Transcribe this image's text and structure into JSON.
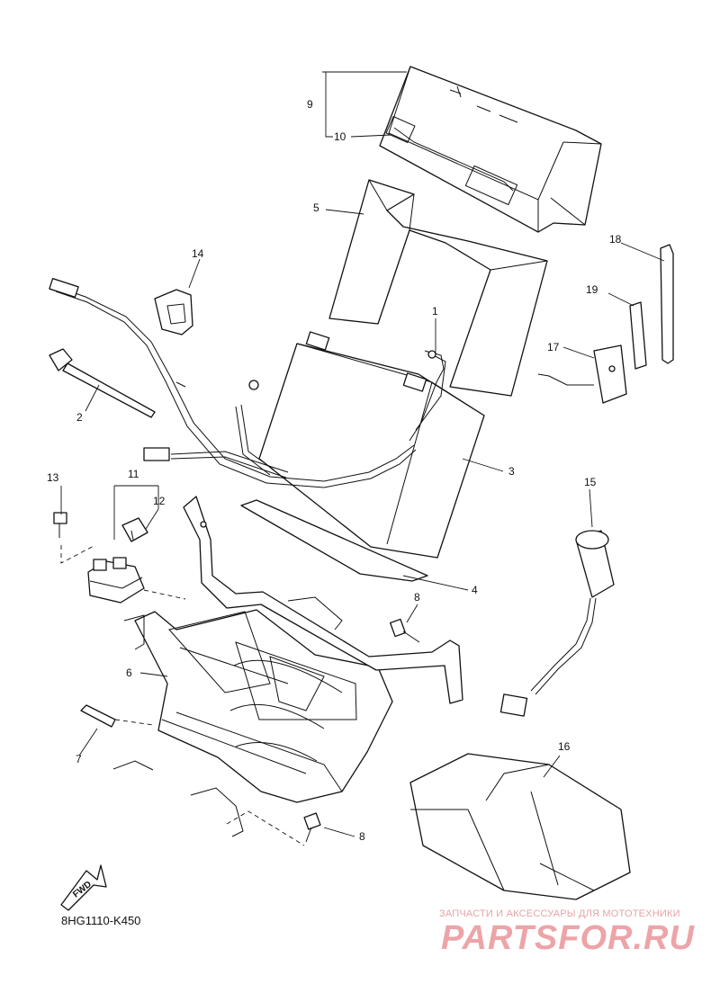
{
  "diagram": {
    "code": "8HG1110-K450",
    "fwd_label": "FWD",
    "callouts": {
      "c1": "1",
      "c2": "2",
      "c3": "3",
      "c4": "4",
      "c5": "5",
      "c6": "6",
      "c7": "7",
      "c8a": "8",
      "c8b": "8",
      "c9": "9",
      "c10": "10",
      "c11": "11",
      "c12": "12",
      "c13": "13",
      "c14": "14",
      "c15": "15",
      "c16": "16",
      "c17": "17",
      "c18": "18",
      "c19": "19"
    }
  },
  "watermark": {
    "caption": "ЗАПЧАСТИ И АКСЕССУАРЫ ДЛЯ МОТОТЕХНИКИ",
    "logo": "PARTSFOR.RU"
  }
}
